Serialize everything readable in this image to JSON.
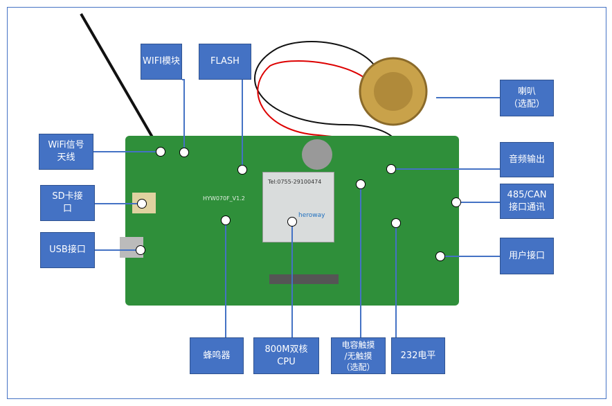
{
  "labels": {
    "wifi_module": "WIFI模块",
    "flash": "FLASH",
    "speaker": "喇叭\n（选配）",
    "wifi_antenna": "WiFi信号\n天线",
    "sd_card": "SD卡接\n口",
    "usb": "USB接口",
    "audio_out": "音频输出",
    "rs485_can": "485/CAN\n接口通讯",
    "user_port": "用户接口",
    "buzzer": "蜂鸣器",
    "cpu": "800M双核\nCPU",
    "touch": "电容触摸\n/无触摸\n（选配）",
    "rs232": "232电平"
  },
  "board": {
    "model": "HYW070F_V1.2",
    "module_tel": "Tel:0755-29100474",
    "brand": "heroway"
  },
  "colors": {
    "label_bg": "#4472c4",
    "line": "#4472c4",
    "board": "#2f8f3a"
  }
}
